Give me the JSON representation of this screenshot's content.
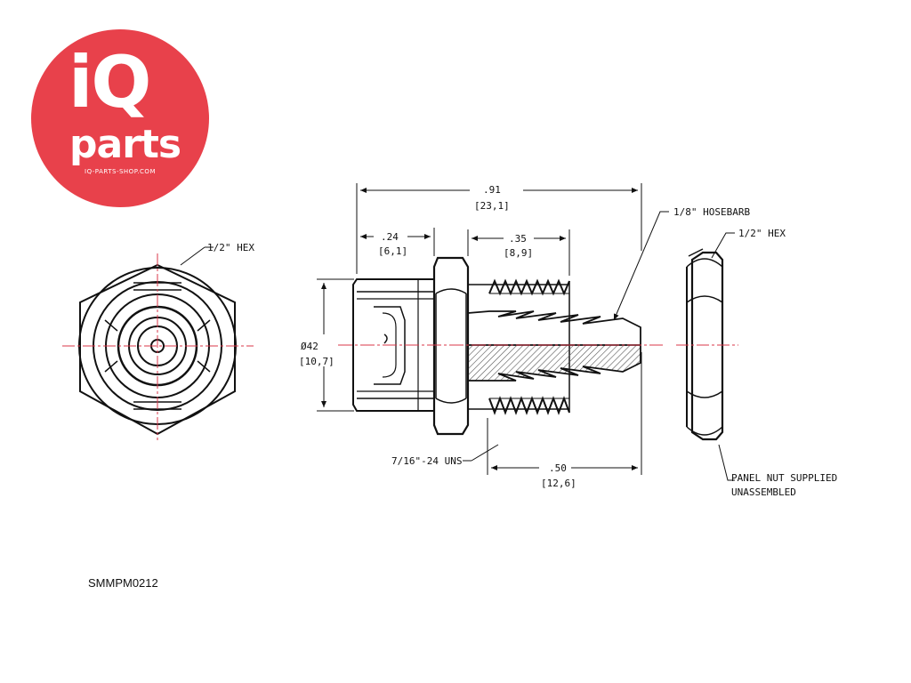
{
  "logo": {
    "brand_top": "iQ",
    "brand_bottom": "parts",
    "url": "IQ-PARTS-SHOP.COM",
    "color": "#e8414b"
  },
  "labels": {
    "hex_left": "1/2\" HEX",
    "hex_right": "1/2\" HEX",
    "hosebarb": "1/8\" HOSEBARB",
    "thread": "7/16\"-24 UNS",
    "panel_nut_1": "PANEL NUT SUPPLIED",
    "panel_nut_2": "UNASSEMBLED"
  },
  "dimensions": {
    "overall_in": ".91",
    "overall_mm": "[23,1]",
    "body_in": ".24",
    "body_mm": "[6,1]",
    "thread_in": ".35",
    "thread_mm": "[8,9]",
    "dia_in": "Ø42",
    "dia_mm": "[10,7]",
    "barb_in": ".50",
    "barb_mm": "[12,6]"
  },
  "part_number": "SMMPM0212",
  "colors": {
    "line": "#111111",
    "centerline": "#d9374a",
    "hatch": "#555555"
  }
}
